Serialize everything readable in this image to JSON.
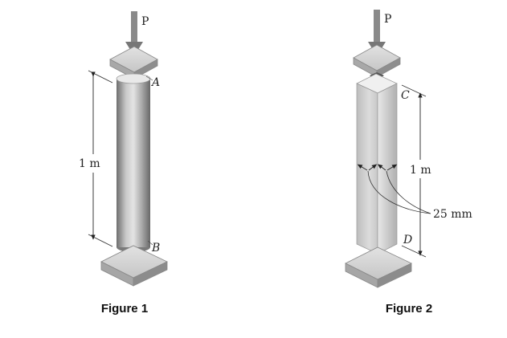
{
  "figure1": {
    "load_label": "P",
    "top_point_label": "A",
    "bottom_point_label": "B",
    "length_label": "1 m",
    "caption": "Figure 1"
  },
  "figure2": {
    "load_label": "P",
    "top_point_label": "C",
    "bottom_point_label": "D",
    "length_label": "1 m",
    "width_label": "25 mm",
    "caption": "Figure 2"
  }
}
